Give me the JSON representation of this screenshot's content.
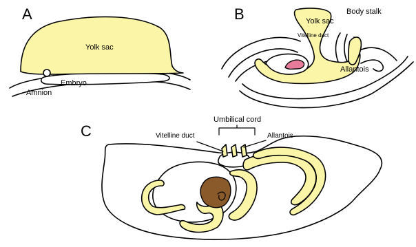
{
  "panels": {
    "a": {
      "letter": "A",
      "labels": {
        "yolk_sac": "Yolk sac",
        "embryo": "Embryo",
        "amnion": "Amnion"
      }
    },
    "b": {
      "letter": "B",
      "labels": {
        "yolk_sac": "Yolk sac",
        "body_stalk": "Body stalk",
        "vitelline_duct": "Vitelline duct",
        "allantois": "Allantois"
      }
    },
    "c": {
      "letter": "C",
      "labels": {
        "umbilical_cord": "Umbilical cord",
        "vitelline_duct": "Vitelline duct",
        "allantois": "Allantois"
      }
    }
  },
  "colors": {
    "yolk": "#fbf5a8",
    "outline": "#000000",
    "heart": "#e87a9a",
    "liver": "#8b5a2b"
  }
}
